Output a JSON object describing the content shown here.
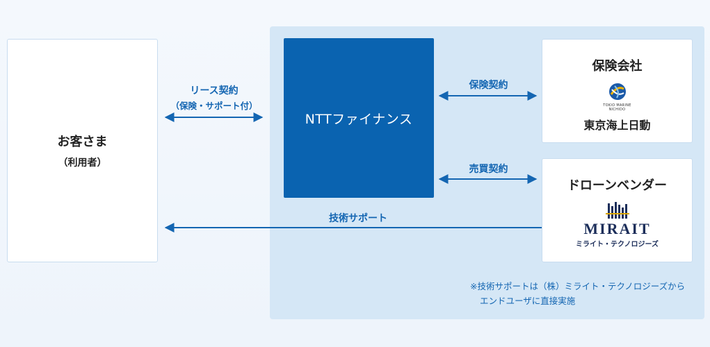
{
  "customer": {
    "title": "お客さま",
    "subtitle": "（利用者）"
  },
  "ntt": {
    "label": "NTTファイナンス"
  },
  "insurance": {
    "heading": "保険会社",
    "logo_text_line1": "TOKIO MARINE",
    "logo_text_line2": "NICHIDO",
    "company": "東京海上日動"
  },
  "vendor": {
    "heading": "ドローンベンダー",
    "logo_word": "MIRAIT",
    "logo_sub": "ミライト・テクノロジーズ"
  },
  "relations": {
    "lease": "リース契約",
    "lease_sub": "（保険・サポート付）",
    "insurance_contract": "保険契約",
    "sales_contract": "売買契約",
    "tech_support": "技術サポート"
  },
  "note": {
    "line1": "※技術サポートは（株）ミライト・テクノロジーズから",
    "line2": "エンドユーザに直接実施"
  },
  "colors": {
    "ntt_blue": "#0a63b0",
    "text_blue": "#1466b2",
    "panel": "#d5e7f6"
  }
}
